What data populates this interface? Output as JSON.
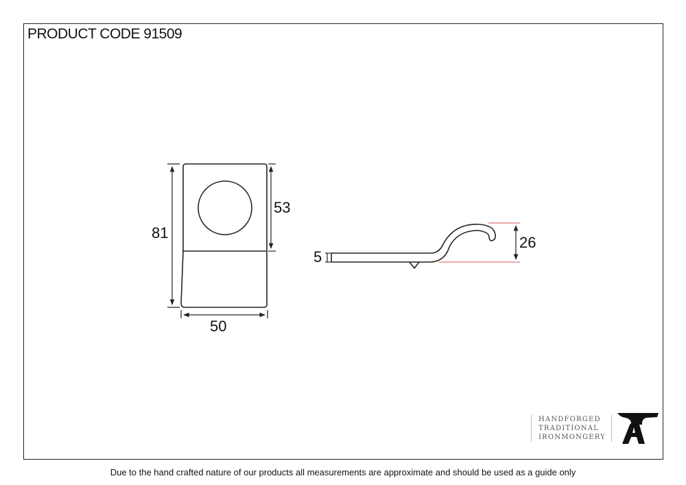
{
  "header": {
    "product_code": "PRODUCT CODE 91509"
  },
  "dimensions": {
    "height": "81",
    "upper_height": "53",
    "width": "50",
    "thickness": "5",
    "projection": "26"
  },
  "brand": {
    "line1": "HANDFORGED",
    "line2": "TRADITIONAL",
    "line3": "IRONMONGERY"
  },
  "footer": {
    "disclaimer": "Due to the hand crafted nature of our products all measurements are approximate and should be used as a guide only"
  },
  "colors": {
    "outline": "#222222",
    "accent_line": "#d9534f"
  }
}
